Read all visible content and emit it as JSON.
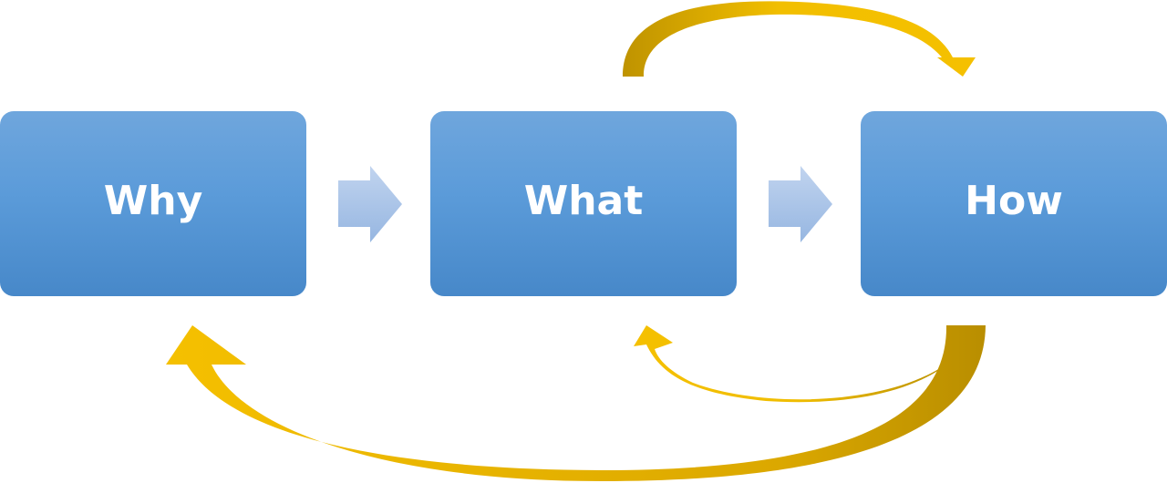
{
  "diagram": {
    "steps": [
      {
        "label": "Why"
      },
      {
        "label": "What"
      },
      {
        "label": "How"
      }
    ],
    "colors": {
      "box_top": "#6fa6dd",
      "box_bottom": "#4788c9",
      "box_text": "#ffffff",
      "flow_arrow_top": "#b7cdec",
      "flow_arrow_bottom": "#9ab8e2",
      "loop_arrow_light": "#f5c000",
      "loop_arrow_dark": "#c09200"
    }
  }
}
